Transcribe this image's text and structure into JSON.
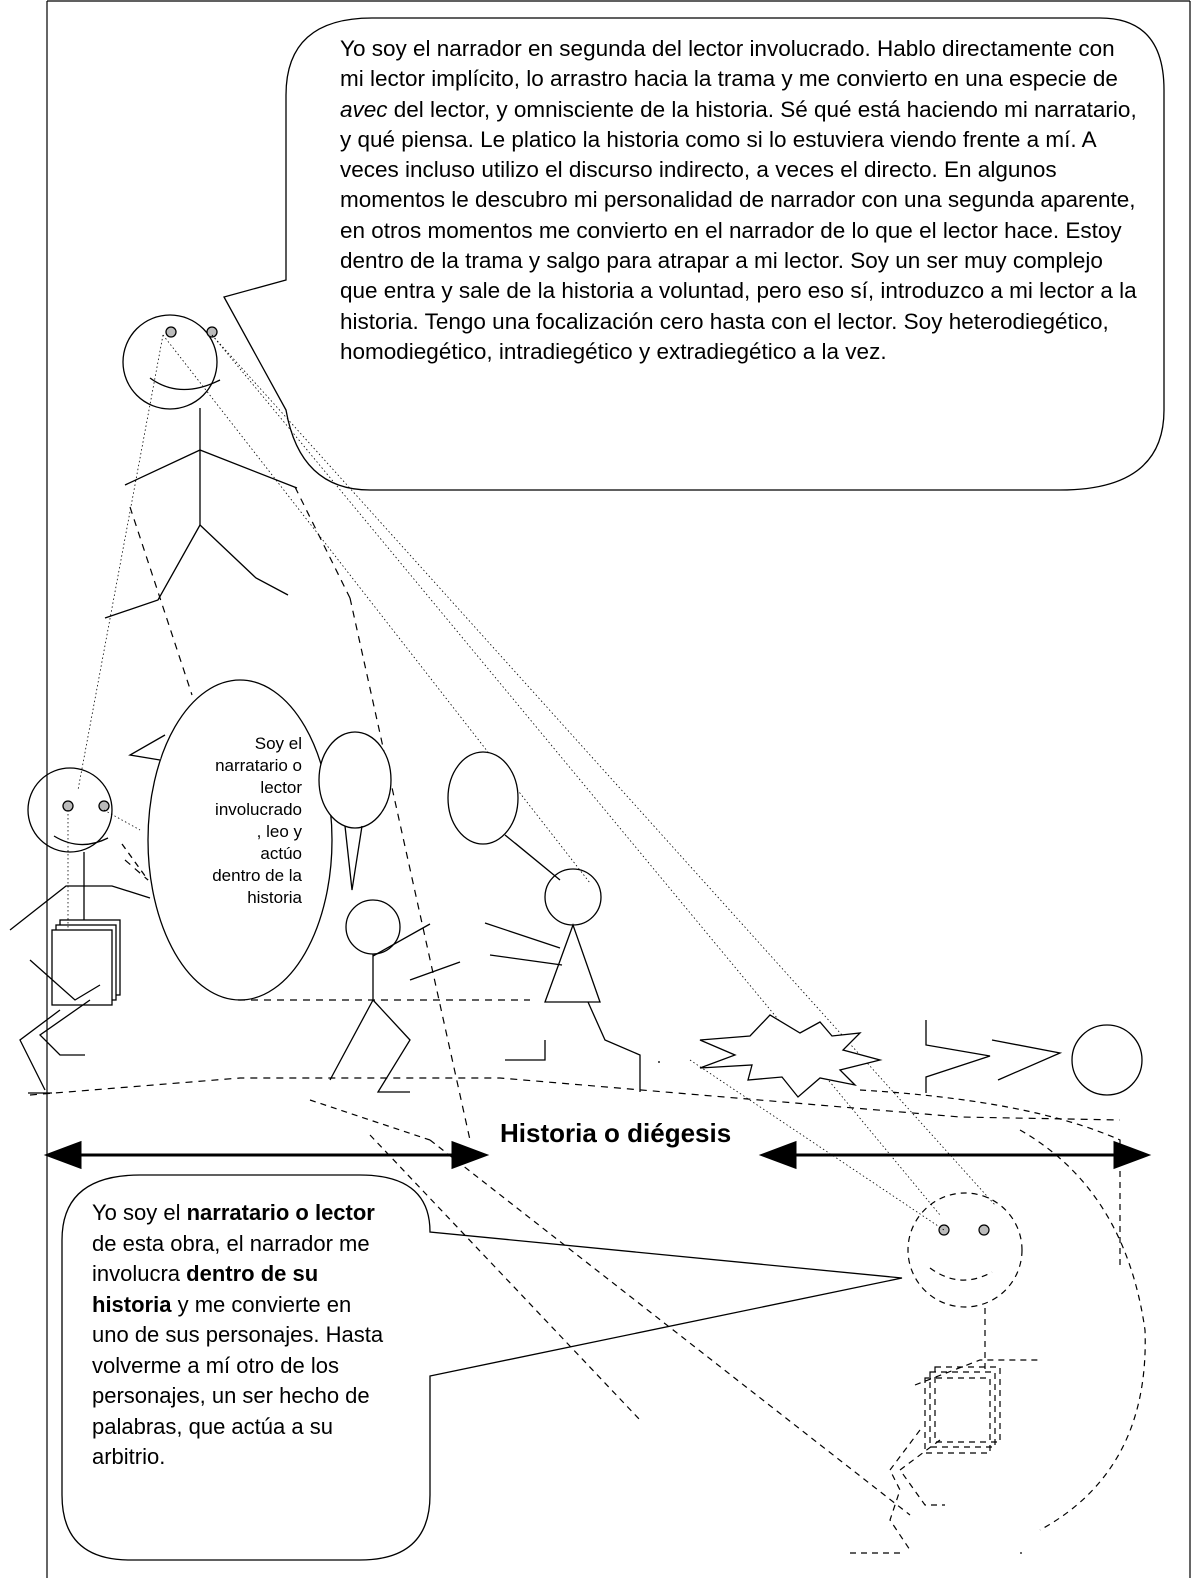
{
  "narrador_bubble": {
    "p1": "Yo soy el narrador en segunda del lector involucrado.  Hablo directamente con mi lector implícito, lo arrastro hacia la trama y me convierto en una especie de ",
    "avec": "avec",
    "p2": " del lector, y omnisciente de la historia. Sé qué está haciendo mi narratario, y qué piensa.  Le platico la historia como si lo estuviera viendo frente a mí.  A veces incluso utilizo el discurso indirecto, a veces el directo.  En algunos momentos le descubro mi personalidad de narrador con una segunda aparente, en otros momentos me convierto en el narrador de lo que el lector hace.  Estoy dentro de la trama y salgo para atrapar a mi lector. Soy un ser muy complejo que entra y sale de la historia a voluntad, pero eso sí, introduzco a mi lector a la historia. Tengo una focalización cero hasta con el lector. Soy heterodiegético, homodiegético, intradiegético y extradiegético a la vez."
  },
  "narratario_bubble": {
    "lines": [
      "Soy el",
      "narratario o",
      "lector",
      "involucrado",
      ", leo y",
      "actúo",
      "dentro de la",
      "historia"
    ]
  },
  "historia_label": "Historia o diégesis",
  "lector_bubble": {
    "t1": "Yo soy el ",
    "b1": "narratario o lector",
    "t2": " de esta obra, el narrador me involucra ",
    "b2": "dentro de su historia",
    "t3": " y me convierte en uno de sus personajes.  Hasta volverme a mí otro de los personajes, un ser hecho de palabras, que actúa a su arbitrio."
  },
  "colors": {
    "stroke": "#000000",
    "eye_fill": "#bbbbbb",
    "background": "#ffffff"
  }
}
